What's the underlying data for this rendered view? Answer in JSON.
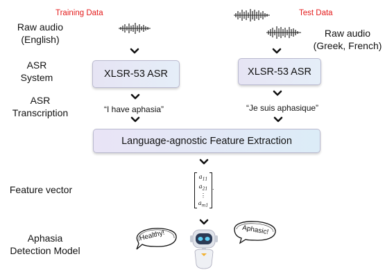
{
  "labels": {
    "raw_audio_left": "Raw audio\n(English)",
    "raw_audio_right": "Raw audio\n(Greek, French)",
    "asr_system": "ASR\nSystem",
    "asr_transcription": "ASR\nTranscription",
    "feature_vector": "Feature vector",
    "detection_model": "Aphasia\nDetection Model"
  },
  "tags": {
    "training": "Training Data",
    "test": "Test Data"
  },
  "boxes": {
    "asr_left": "XLSR-53 ASR",
    "asr_right": "XLSR-53 ASR",
    "feature_extraction": "Language-agnostic Feature Extraction"
  },
  "transcripts": {
    "left": "“I have aphasia”",
    "right": "“Je suis aphasique”"
  },
  "vector": {
    "e1": "a11",
    "e2": "a21",
    "e3": "⋮",
    "e4": "am1",
    "trail": "."
  },
  "bubbles": {
    "left": "Healthy!",
    "right": "Aphasic!"
  },
  "colors": {
    "tag_red": "#e41a1a",
    "box_purple": "#e6e4f4",
    "box_blue": "#dcecf7",
    "robot_face": "#2b3a55",
    "robot_eye": "#5fd0f5",
    "robot_accent": "#f2b233"
  }
}
